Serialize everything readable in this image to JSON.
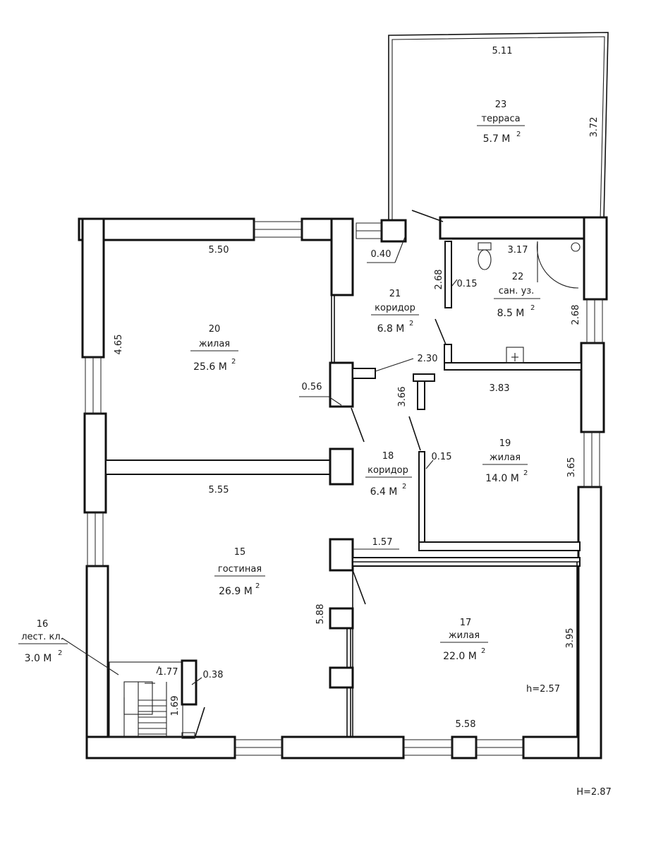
{
  "rooms": [
    {
      "id": "r23",
      "number": "23",
      "name": "терраса",
      "area": "5.7 М",
      "sup": "2"
    },
    {
      "id": "r22",
      "number": "22",
      "name": "сан. уз.",
      "area": "8.5 М",
      "sup": "2"
    },
    {
      "id": "r21",
      "number": "21",
      "name": "коридор",
      "area": "6.8 М",
      "sup": "2"
    },
    {
      "id": "r20",
      "number": "20",
      "name": "жилая",
      "area": "25.6 М",
      "sup": "2"
    },
    {
      "id": "r19",
      "number": "19",
      "name": "жилая",
      "area": "14.0 М",
      "sup": "2"
    },
    {
      "id": "r18",
      "number": "18",
      "name": "коридор",
      "area": "6.4 М",
      "sup": "2"
    },
    {
      "id": "r17",
      "number": "17",
      "name": "жилая",
      "area": "22.0 М",
      "sup": "2"
    },
    {
      "id": "r15",
      "number": "15",
      "name": "гостиная",
      "area": "26.9 М",
      "sup": "2"
    },
    {
      "id": "r16",
      "number": "16",
      "name": "лест. кл.",
      "area": "3.0 М",
      "sup": "2"
    }
  ],
  "dimensions": {
    "terrace_width": "5.11",
    "terrace_depth": "3.72",
    "room20_width": "5.50",
    "room20_depth": "4.65",
    "wall_040": "0.40",
    "room22_width": "3.17",
    "room22_depth": "2.68",
    "room21_depth": "2.68",
    "partition_015_a": "0.15",
    "room21_width": "2.30",
    "wall_056": "0.56",
    "room18_depth": "3.66",
    "room19_width": "3.83",
    "partition_015_b": "0.15",
    "room19_depth": "3.65",
    "room15_width": "5.55",
    "room18_width": "1.57",
    "room15_depth": "5.88",
    "room17_depth": "3.95",
    "stair_width": "1.77",
    "stair_depth": "1.69",
    "wall_038": "0.38",
    "room17_width": "5.58"
  },
  "room_height": "h=2.57",
  "floor_height": "H=2.87"
}
